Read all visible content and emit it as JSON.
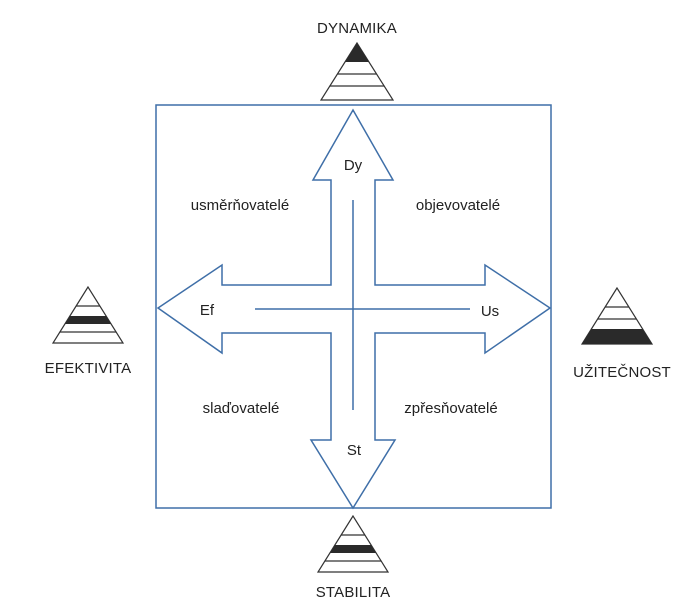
{
  "poles": {
    "top": "DYNAMIKA",
    "left": "EFEKTIVITA",
    "right": "UŽITEČNOST",
    "bottom": "STABILITA"
  },
  "axes": {
    "top": "Dy",
    "left": "Ef",
    "right": "Us",
    "bottom": "St"
  },
  "quadrants": {
    "top_left": "usměrňovatelé",
    "top_right": "objevovatelé",
    "bottom_left": "slaďovatelé",
    "bottom_right": "zpřesňovatelé"
  },
  "colors": {
    "frame": "#3f6fa8",
    "pyramid_band": "#2a2a2a",
    "pyramid_stroke": "#333333"
  },
  "pyramids": {
    "top": "dark band at the apex",
    "left": "dark band at the middle",
    "right": "dark band at the bottom",
    "bottom": "dark band at the middle"
  }
}
